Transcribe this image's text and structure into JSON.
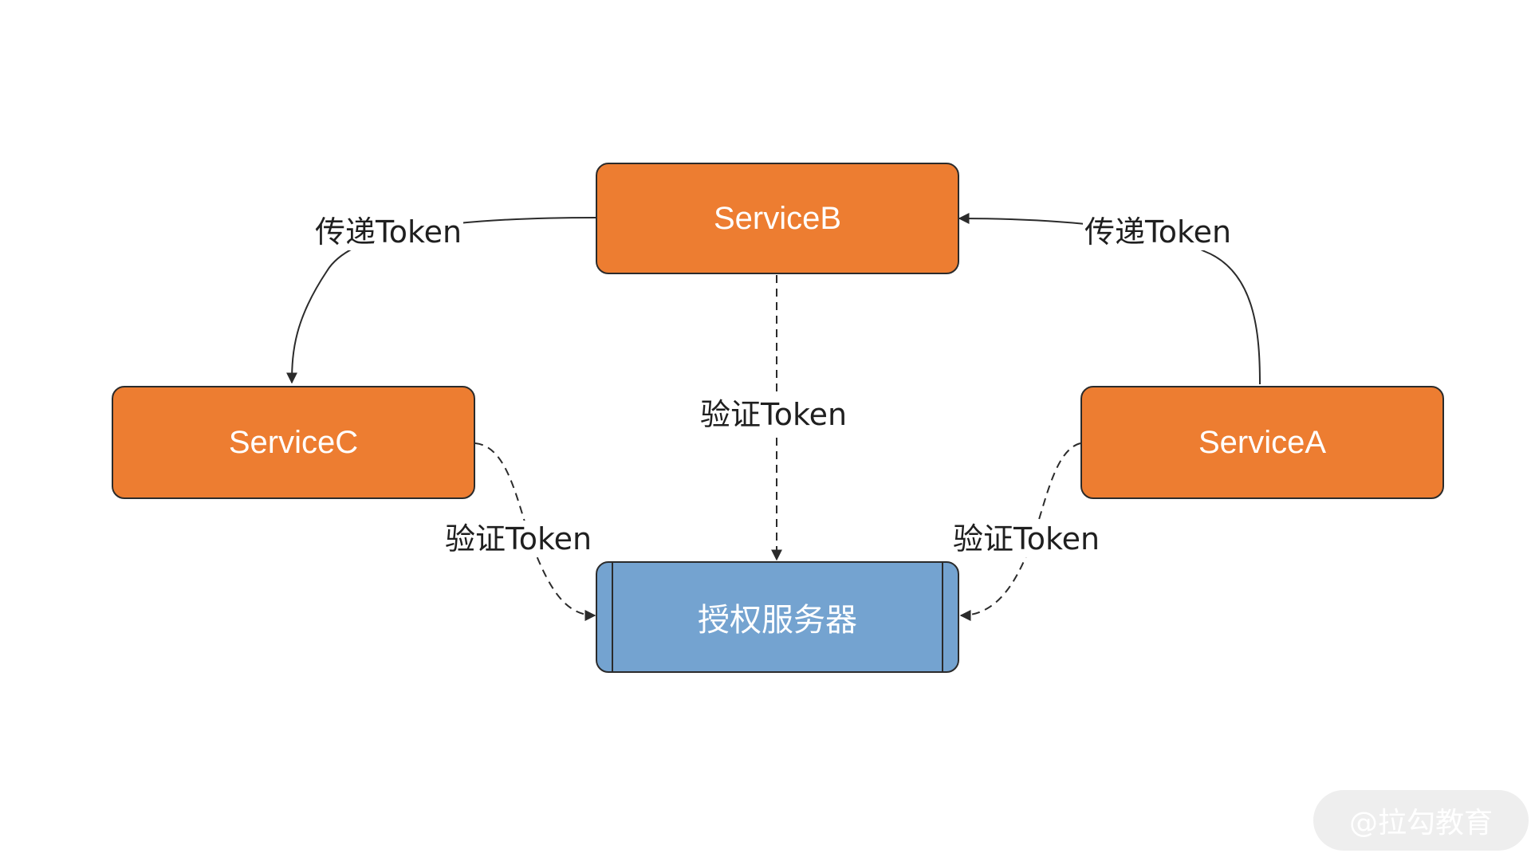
{
  "nodes": {
    "service_b": "ServiceB",
    "service_c": "ServiceC",
    "service_a": "ServiceA",
    "auth_server": "授权服务器"
  },
  "edges": {
    "b_to_c": "传递Token",
    "a_to_b": "传递Token",
    "b_verify": "验证Token",
    "c_verify": "验证Token",
    "a_verify": "验证Token"
  },
  "watermark": "@拉勾教育",
  "colors": {
    "service_fill": "#ed7d31",
    "auth_fill": "#74a3d0",
    "line": "#2b2b2b",
    "text_on_node": "#ffffff"
  }
}
